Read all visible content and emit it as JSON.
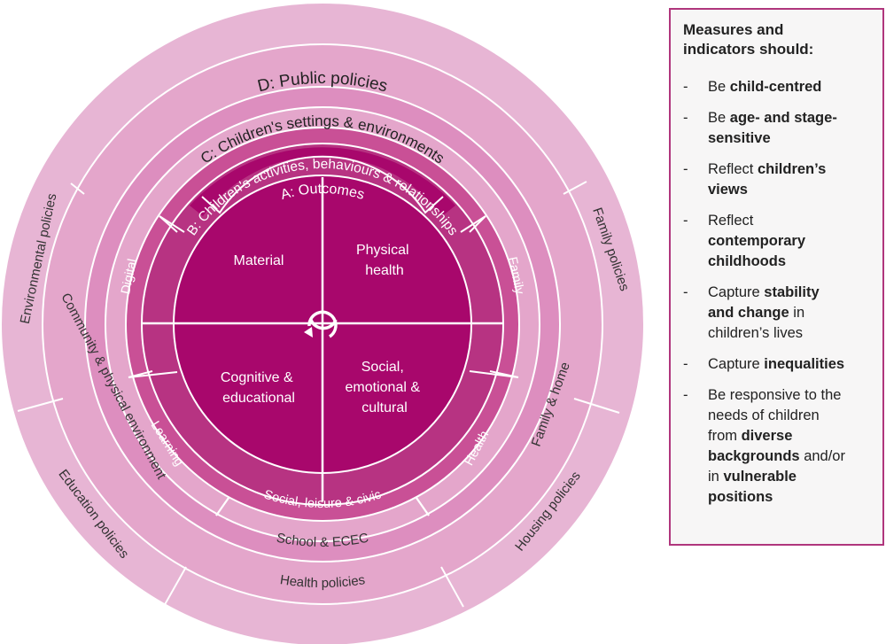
{
  "colors": {
    "ring_d": "#e7b5d4",
    "ring_c": "#dd8ebf",
    "ring_outer_mid": "#e4a6cb",
    "ring_b": "#c95096",
    "ring_inner": "#b73382",
    "core": "#a8076c",
    "panel_border": "#b0367d"
  },
  "diagram": {
    "ring_d": {
      "label": "D: Public policies",
      "segments": [
        "Family policies",
        "Housing policies",
        "Health policies",
        "Education policies",
        "Environmental policies"
      ]
    },
    "ring_c": {
      "label": "C: Children's settings & environments",
      "segments": [
        "Family & home",
        "School & ECEC",
        "Community & physical environment"
      ]
    },
    "ring_b": {
      "label": "B: Children's activities, behaviours & relationships",
      "segments": [
        "Family",
        "Health",
        "Social, leisure & civic",
        "Learning",
        "Digital"
      ]
    },
    "ring_a": {
      "label": "A: Outcomes"
    },
    "quadrants": {
      "top_left": [
        "Material"
      ],
      "top_right": [
        "Physical",
        "health"
      ],
      "bottom_left": [
        "Cognitive &",
        "educational"
      ],
      "bottom_right": [
        "Social,",
        "emotional &",
        "cultural"
      ]
    },
    "center_icon": "cycle-arrow-icon"
  },
  "panel": {
    "title_lines": [
      "Measures and",
      "indicators should:"
    ],
    "bullet_marker": "-",
    "items": [
      {
        "lines": [
          [
            {
              "t": "Be ",
              "b": false
            },
            {
              "t": "child-centred",
              "b": true
            }
          ]
        ]
      },
      {
        "lines": [
          [
            {
              "t": "Be ",
              "b": false
            },
            {
              "t": "age- and stage-",
              "b": true
            }
          ],
          [
            {
              "t": "sensitive",
              "b": true
            }
          ]
        ]
      },
      {
        "lines": [
          [
            {
              "t": "Reflect ",
              "b": false
            },
            {
              "t": "children’s",
              "b": true
            }
          ],
          [
            {
              "t": "views",
              "b": true
            }
          ]
        ]
      },
      {
        "lines": [
          [
            {
              "t": "Reflect",
              "b": false
            }
          ],
          [
            {
              "t": "contemporary",
              "b": true
            }
          ],
          [
            {
              "t": "childhoods",
              "b": true
            }
          ]
        ]
      },
      {
        "lines": [
          [
            {
              "t": "Capture ",
              "b": false
            },
            {
              "t": "stability",
              "b": true
            }
          ],
          [
            {
              "t": "and change",
              "b": true
            },
            {
              "t": " in",
              "b": false
            }
          ],
          [
            {
              "t": "children’s lives",
              "b": false
            }
          ]
        ]
      },
      {
        "lines": [
          [
            {
              "t": "Capture ",
              "b": false
            },
            {
              "t": "inequalities",
              "b": true
            }
          ]
        ]
      },
      {
        "lines": [
          [
            {
              "t": "Be responsive to the",
              "b": false
            }
          ],
          [
            {
              "t": "needs of children",
              "b": false
            }
          ],
          [
            {
              "t": "from ",
              "b": false
            },
            {
              "t": "diverse",
              "b": true
            }
          ],
          [
            {
              "t": "backgrounds",
              "b": true
            },
            {
              "t": " and/or",
              "b": false
            }
          ],
          [
            {
              "t": "in ",
              "b": false
            },
            {
              "t": "vulnerable",
              "b": true
            }
          ],
          [
            {
              "t": "positions",
              "b": true
            }
          ]
        ]
      }
    ]
  }
}
